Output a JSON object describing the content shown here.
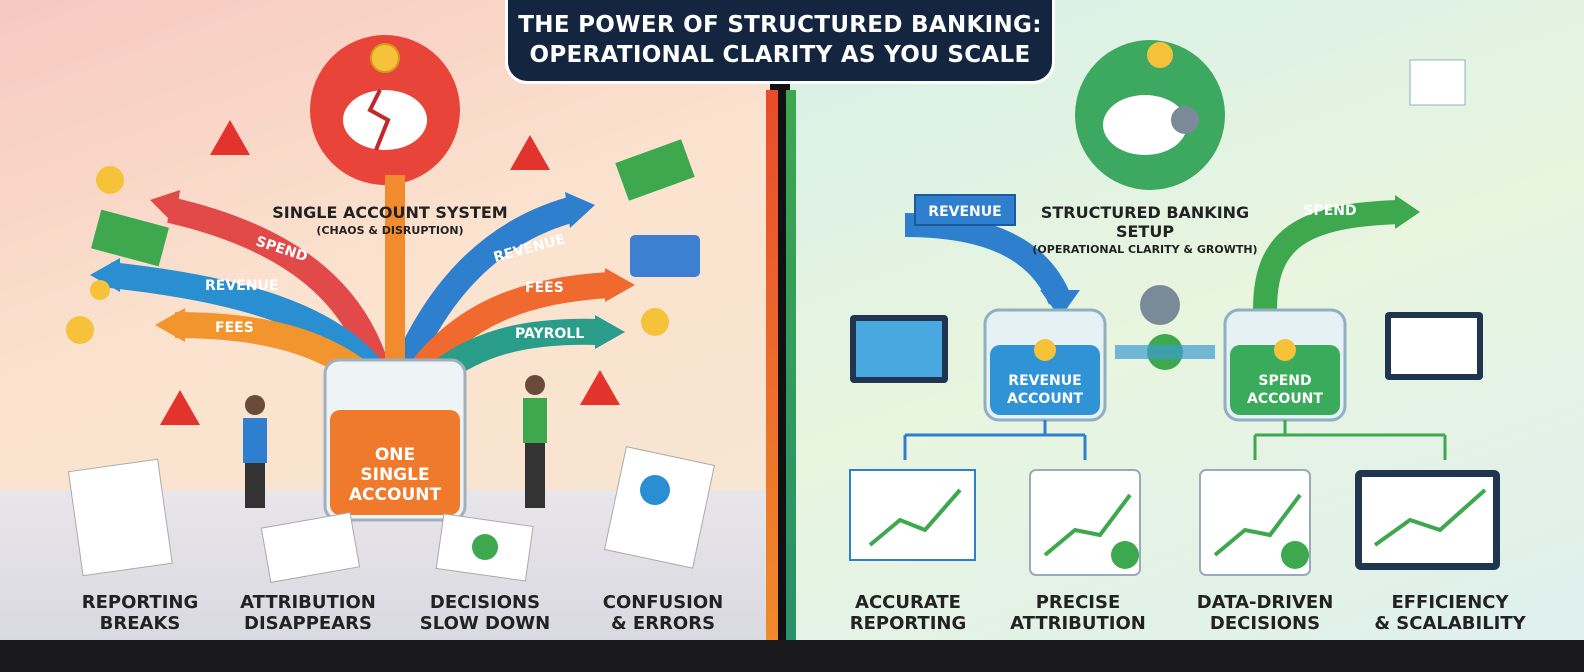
{
  "title": {
    "line1": "THE POWER OF STRUCTURED BANKING:",
    "line2": "OPERATIONAL CLARITY AS YOU SCALE"
  },
  "left": {
    "heading": "SINGLE ACCOUNT SYSTEM",
    "subheading": "(CHAOS & DISRUPTION)",
    "arrows": [
      "SPEND",
      "REVENUE",
      "FEES",
      "REVENUE",
      "FEES",
      "PAYROLL"
    ],
    "jar_label": [
      "ONE",
      "SINGLE",
      "ACCOUNT"
    ],
    "outcomes": [
      {
        "line1": "REPORTING",
        "line2": "BREAKS"
      },
      {
        "line1": "ATTRIBUTION",
        "line2": "DISAPPEARS"
      },
      {
        "line1": "DECISIONS",
        "line2": "SLOW DOWN"
      },
      {
        "line1": "CONFUSION",
        "line2": "& ERRORS"
      }
    ]
  },
  "right": {
    "heading": "STRUCTURED BANKING SETUP",
    "subheading": "(OPERATIONAL CLARITY & GROWTH)",
    "arrows": [
      "REVENUE",
      "SPEND"
    ],
    "accounts": [
      {
        "line1": "REVENUE",
        "line2": "ACCOUNT"
      },
      {
        "line1": "SPEND",
        "line2": "ACCOUNT"
      }
    ],
    "outcomes": [
      {
        "line1": "ACCURATE",
        "line2": "REPORTING"
      },
      {
        "line1": "PRECISE",
        "line2": "ATTRIBUTION"
      },
      {
        "line1": "DATA-DRIVEN",
        "line2": "DECISIONS"
      },
      {
        "line1": "EFFICIENCY",
        "line2": "& SCALABILITY"
      }
    ]
  },
  "colors": {
    "chaos": "#e84b2b",
    "clarity": "#3da84e",
    "navy": "#13253f",
    "blue": "#2a7fd0"
  }
}
